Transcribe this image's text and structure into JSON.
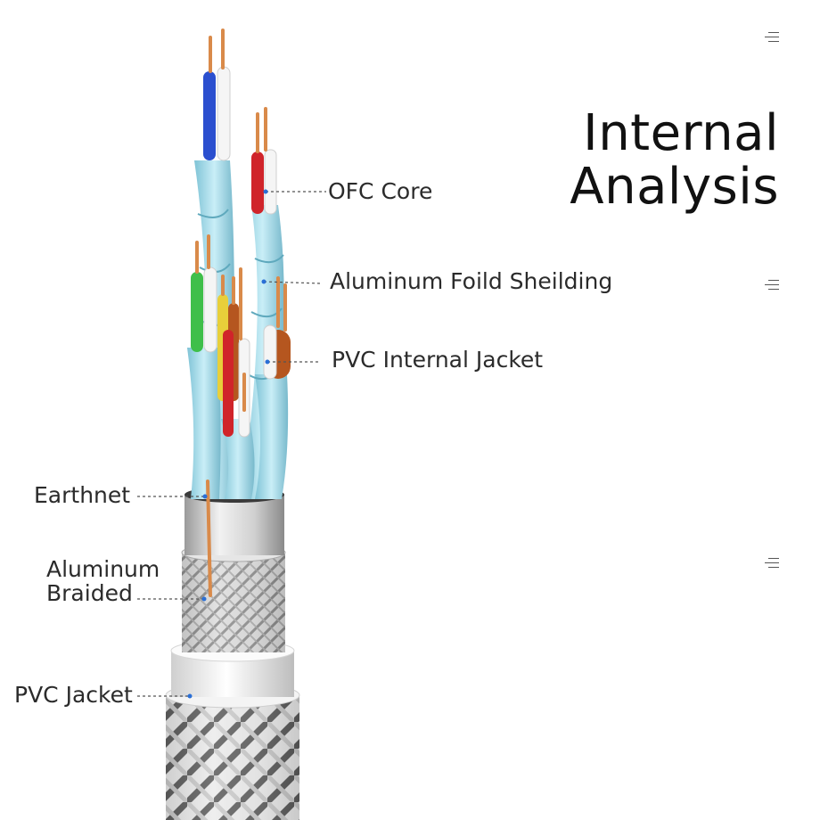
{
  "title": {
    "line1": "Internal",
    "line2": "Analysis"
  },
  "labels": {
    "ofc_core": "OFC Core",
    "foil": "Aluminum Foild Sheilding",
    "pvc_internal": "PVC Internal Jacket",
    "earthnet": "Earthnet",
    "braided_line1": "Aluminum",
    "braided_line2": "Braided",
    "pvc_jacket": "PVC Jacket"
  },
  "colors": {
    "copper": "#d98a4a",
    "foil_blue": "#a8dcea",
    "silver": "#c8c8c8",
    "braid_dark": "#3a3a3a",
    "leader_dot": "#2a6fd6",
    "wire_blue": "#2b4fcf",
    "wire_red": "#d0242a",
    "wire_green": "#3fbf4a",
    "wire_yellow": "#e8cf3a",
    "wire_orange": "#b5561f"
  }
}
